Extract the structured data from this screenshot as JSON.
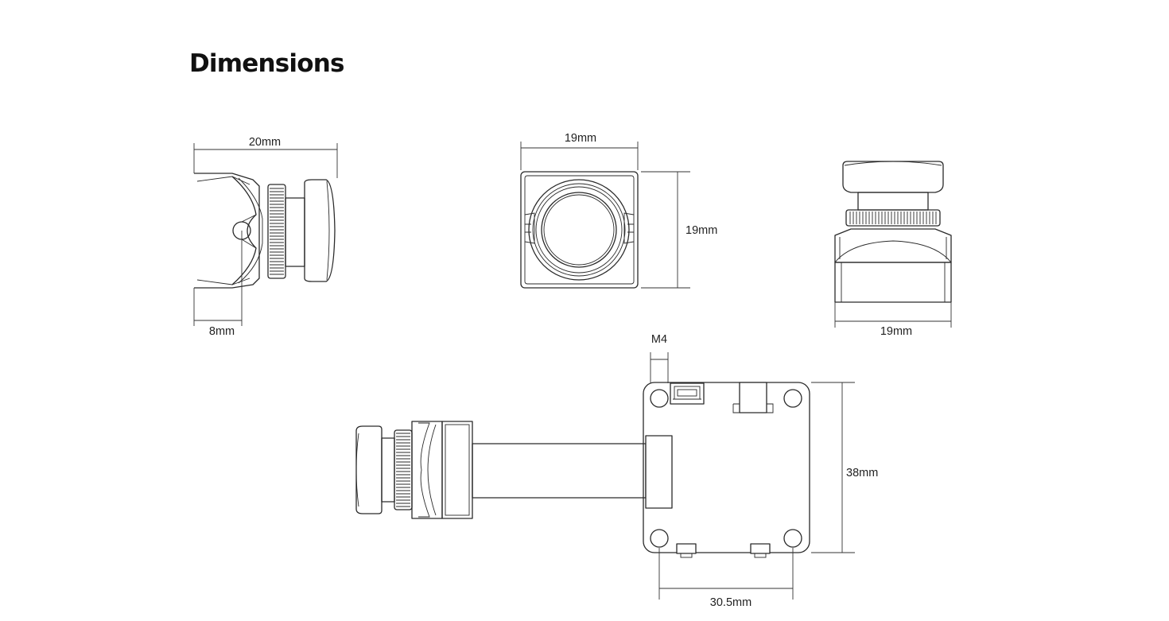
{
  "title": "Dimensions",
  "labels": {
    "side_width": "20mm",
    "side_offset": "8mm",
    "front_width": "19mm",
    "front_height": "19mm",
    "rear_width": "19mm",
    "mount_thread": "M4",
    "board_height": "38mm",
    "board_hole_spacing": "30.5mm"
  }
}
